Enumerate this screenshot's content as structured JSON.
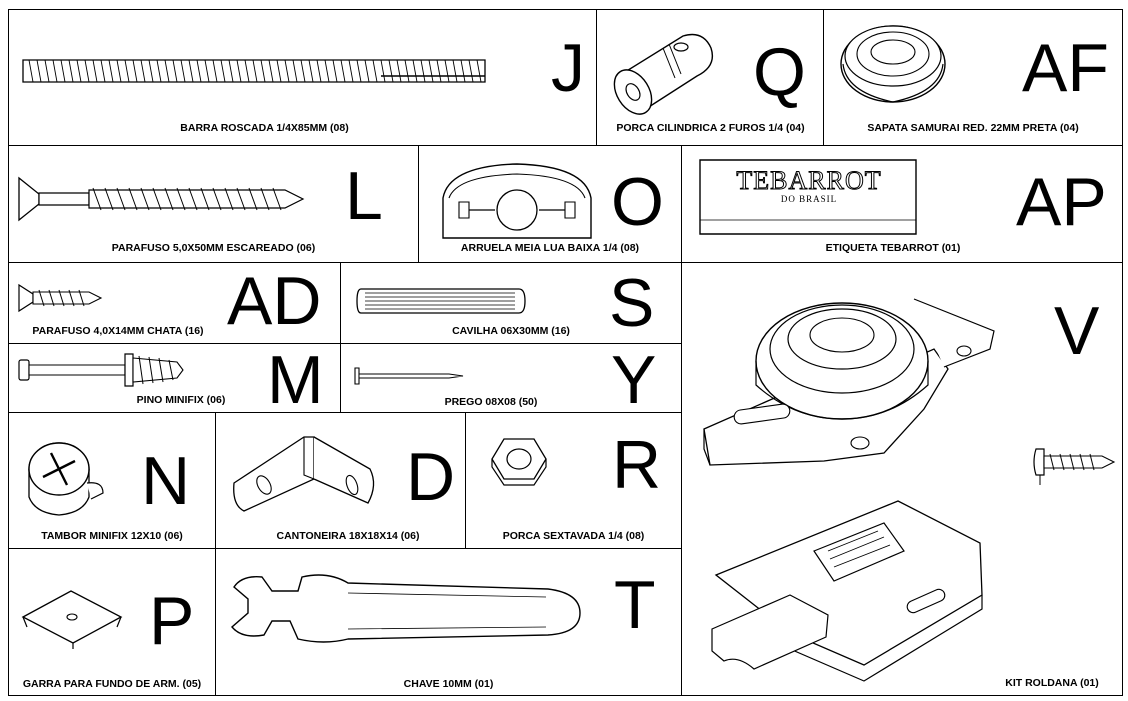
{
  "parts": [
    {
      "code": "J",
      "caption": "BARRA ROSCADA 1/4X85MM (08)",
      "icon": "threaded-rod-icon"
    },
    {
      "code": "Q",
      "caption": "PORCA CILINDRICA 2 FUROS 1/4 (04)",
      "icon": "cylinder-nut-icon"
    },
    {
      "code": "AF",
      "caption": "SAPATA SAMURAI RED. 22MM PRETA (04)",
      "icon": "round-foot-pad-icon"
    },
    {
      "code": "L",
      "caption": "PARAFUSO 5,0X50MM ESCAREADO (06)",
      "icon": "countersunk-screw-icon"
    },
    {
      "code": "O",
      "caption": "ARRUELA MEIA LUA BAIXA 1/4 (08)",
      "icon": "half-moon-washer-icon"
    },
    {
      "code": "AP",
      "caption": "ETIQUETA TEBARROT (01)",
      "icon": "label-tag-icon"
    },
    {
      "code": "AD",
      "caption": "PARAFUSO 4,0X14MM CHATA (16)",
      "icon": "flat-head-screw-icon"
    },
    {
      "code": "S",
      "caption": "CAVILHA 06X30MM (16)",
      "icon": "wood-dowel-icon"
    },
    {
      "code": "V",
      "caption": "KIT ROLDANA (01)",
      "icon": "roller-kit-icon"
    },
    {
      "code": "M",
      "caption": "PINO MINIFIX (06)",
      "icon": "minifix-pin-icon"
    },
    {
      "code": "Y",
      "caption": "PREGO 08X08 (50)",
      "icon": "nail-icon"
    },
    {
      "code": "N",
      "caption": "TAMBOR MINIFIX 12X10 (06)",
      "icon": "minifix-cam-icon"
    },
    {
      "code": "D",
      "caption": "CANTONEIRA 18X18X14 (06)",
      "icon": "angle-bracket-icon"
    },
    {
      "code": "R",
      "caption": "PORCA SEXTAVADA 1/4 (08)",
      "icon": "hex-nut-icon"
    },
    {
      "code": "P",
      "caption": "GARRA PARA FUNDO DE ARM. (05)",
      "icon": "back-panel-clip-icon"
    },
    {
      "code": "T",
      "caption": "CHAVE 10MM (01)",
      "icon": "wrench-icon"
    }
  ],
  "label_brand": "TEBARROT",
  "label_sub": "DO BRASIL"
}
